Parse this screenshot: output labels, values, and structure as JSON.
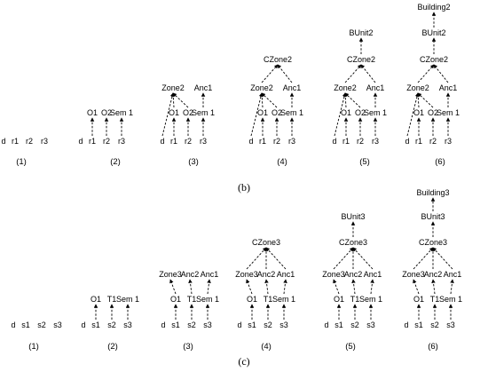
{
  "panel_b": {
    "caption": "(b)",
    "steps": [
      {
        "index": "(1)",
        "nodes": [
          {
            "id": "d",
            "label": "d"
          },
          {
            "id": "r1",
            "label": "r1"
          },
          {
            "id": "r2",
            "label": "r2"
          },
          {
            "id": "r3",
            "label": "r3"
          }
        ],
        "edges": []
      },
      {
        "index": "(2)",
        "nodes": [
          {
            "id": "d",
            "label": "d"
          },
          {
            "id": "r1",
            "label": "r1"
          },
          {
            "id": "r2",
            "label": "r2"
          },
          {
            "id": "r3",
            "label": "r3"
          },
          {
            "id": "O1",
            "label": "O1"
          },
          {
            "id": "O2",
            "label": "O2"
          },
          {
            "id": "Sem1",
            "label": "Sem 1"
          }
        ],
        "edges": [
          [
            "r1",
            "O1"
          ],
          [
            "r2",
            "O2"
          ],
          [
            "r3",
            "Sem1"
          ]
        ]
      },
      {
        "index": "(3)",
        "nodes": [
          {
            "id": "d",
            "label": "d"
          },
          {
            "id": "r1",
            "label": "r1"
          },
          {
            "id": "r2",
            "label": "r2"
          },
          {
            "id": "r3",
            "label": "r3"
          },
          {
            "id": "O1",
            "label": "O1"
          },
          {
            "id": "O2",
            "label": "O2"
          },
          {
            "id": "Sem1",
            "label": "Sem 1"
          },
          {
            "id": "Zone2",
            "label": "Zone2"
          },
          {
            "id": "Anc1",
            "label": "Anc1"
          }
        ],
        "edges": [
          [
            "r1",
            "O1"
          ],
          [
            "r2",
            "O2"
          ],
          [
            "r3",
            "Sem1"
          ],
          [
            "d",
            "Zone2"
          ],
          [
            "O1",
            "Zone2"
          ],
          [
            "O2",
            "Zone2"
          ],
          [
            "Sem1",
            "Anc1"
          ]
        ]
      },
      {
        "index": "(4)",
        "nodes": [
          {
            "id": "d",
            "label": "d"
          },
          {
            "id": "r1",
            "label": "r1"
          },
          {
            "id": "r2",
            "label": "r2"
          },
          {
            "id": "r3",
            "label": "r3"
          },
          {
            "id": "O1",
            "label": "O1"
          },
          {
            "id": "O2",
            "label": "O2"
          },
          {
            "id": "Sem1",
            "label": "Sem 1"
          },
          {
            "id": "Zone2",
            "label": "Zone2"
          },
          {
            "id": "Anc1",
            "label": "Anc1"
          },
          {
            "id": "CZone2",
            "label": "CZone2"
          }
        ],
        "edges": [
          [
            "r1",
            "O1"
          ],
          [
            "r2",
            "O2"
          ],
          [
            "r3",
            "Sem1"
          ],
          [
            "d",
            "Zone2"
          ],
          [
            "O1",
            "Zone2"
          ],
          [
            "O2",
            "Zone2"
          ],
          [
            "Sem1",
            "Anc1"
          ],
          [
            "Zone2",
            "CZone2"
          ],
          [
            "Anc1",
            "CZone2"
          ]
        ]
      },
      {
        "index": "(5)",
        "nodes": [
          {
            "id": "d",
            "label": "d"
          },
          {
            "id": "r1",
            "label": "r1"
          },
          {
            "id": "r2",
            "label": "r2"
          },
          {
            "id": "r3",
            "label": "r3"
          },
          {
            "id": "O1",
            "label": "O1"
          },
          {
            "id": "O2",
            "label": "O2"
          },
          {
            "id": "Sem1",
            "label": "Sem 1"
          },
          {
            "id": "Zone2",
            "label": "Zone2"
          },
          {
            "id": "Anc1",
            "label": "Anc1"
          },
          {
            "id": "CZone2",
            "label": "CZone2"
          },
          {
            "id": "BUnit2",
            "label": "BUnit2"
          }
        ],
        "edges": [
          [
            "r1",
            "O1"
          ],
          [
            "r2",
            "O2"
          ],
          [
            "r3",
            "Sem1"
          ],
          [
            "d",
            "Zone2"
          ],
          [
            "O1",
            "Zone2"
          ],
          [
            "O2",
            "Zone2"
          ],
          [
            "Sem1",
            "Anc1"
          ],
          [
            "Zone2",
            "CZone2"
          ],
          [
            "Anc1",
            "CZone2"
          ],
          [
            "CZone2",
            "BUnit2"
          ]
        ]
      },
      {
        "index": "(6)",
        "nodes": [
          {
            "id": "d",
            "label": "d"
          },
          {
            "id": "r1",
            "label": "r1"
          },
          {
            "id": "r2",
            "label": "r2"
          },
          {
            "id": "r3",
            "label": "r3"
          },
          {
            "id": "O1",
            "label": "O1"
          },
          {
            "id": "O2",
            "label": "O2"
          },
          {
            "id": "Sem1",
            "label": "Sem 1"
          },
          {
            "id": "Zone2",
            "label": "Zone2"
          },
          {
            "id": "Anc1",
            "label": "Anc1"
          },
          {
            "id": "CZone2",
            "label": "CZone2"
          },
          {
            "id": "BUnit2",
            "label": "BUnit2"
          },
          {
            "id": "Building2",
            "label": "Building2"
          }
        ],
        "edges": [
          [
            "r1",
            "O1"
          ],
          [
            "r2",
            "O2"
          ],
          [
            "r3",
            "Sem1"
          ],
          [
            "d",
            "Zone2"
          ],
          [
            "O1",
            "Zone2"
          ],
          [
            "O2",
            "Zone2"
          ],
          [
            "Sem1",
            "Anc1"
          ],
          [
            "Zone2",
            "CZone2"
          ],
          [
            "Anc1",
            "CZone2"
          ],
          [
            "CZone2",
            "BUnit2"
          ],
          [
            "BUnit2",
            "Building2"
          ]
        ]
      }
    ]
  },
  "panel_c": {
    "caption": "(c)",
    "steps": [
      {
        "index": "(1)",
        "nodes": [
          {
            "id": "d",
            "label": "d"
          },
          {
            "id": "s1",
            "label": "s1"
          },
          {
            "id": "s2",
            "label": "s2"
          },
          {
            "id": "s3",
            "label": "s3"
          }
        ],
        "edges": []
      },
      {
        "index": "(2)",
        "nodes": [
          {
            "id": "d",
            "label": "d"
          },
          {
            "id": "s1",
            "label": "s1"
          },
          {
            "id": "s2",
            "label": "s2"
          },
          {
            "id": "s3",
            "label": "s3"
          },
          {
            "id": "O1",
            "label": "O1"
          },
          {
            "id": "T1",
            "label": "T1"
          },
          {
            "id": "Sem1",
            "label": "Sem 1"
          }
        ],
        "edges": [
          [
            "s1",
            "O1"
          ],
          [
            "s2",
            "T1"
          ],
          [
            "s3",
            "Sem1"
          ]
        ]
      },
      {
        "index": "(3)",
        "nodes": [
          {
            "id": "d",
            "label": "d"
          },
          {
            "id": "s1",
            "label": "s1"
          },
          {
            "id": "s2",
            "label": "s2"
          },
          {
            "id": "s3",
            "label": "s3"
          },
          {
            "id": "O1",
            "label": "O1"
          },
          {
            "id": "T1",
            "label": "T1"
          },
          {
            "id": "Sem1",
            "label": "Sem 1"
          },
          {
            "id": "Zone3",
            "label": "Zone3"
          },
          {
            "id": "Anc2",
            "label": "Anc2"
          },
          {
            "id": "Anc1",
            "label": "Anc1"
          }
        ],
        "edges": [
          [
            "s1",
            "O1"
          ],
          [
            "s2",
            "T1"
          ],
          [
            "s3",
            "Sem1"
          ],
          [
            "O1",
            "Zone3"
          ],
          [
            "T1",
            "Anc2"
          ],
          [
            "Sem1",
            "Anc1"
          ]
        ]
      },
      {
        "index": "(4)",
        "nodes": [
          {
            "id": "d",
            "label": "d"
          },
          {
            "id": "s1",
            "label": "s1"
          },
          {
            "id": "s2",
            "label": "s2"
          },
          {
            "id": "s3",
            "label": "s3"
          },
          {
            "id": "O1",
            "label": "O1"
          },
          {
            "id": "T1",
            "label": "T1"
          },
          {
            "id": "Sem1",
            "label": "Sem 1"
          },
          {
            "id": "Zone3",
            "label": "Zone3"
          },
          {
            "id": "Anc2",
            "label": "Anc2"
          },
          {
            "id": "Anc1",
            "label": "Anc1"
          },
          {
            "id": "CZone3",
            "label": "CZone3"
          }
        ],
        "edges": [
          [
            "s1",
            "O1"
          ],
          [
            "s2",
            "T1"
          ],
          [
            "s3",
            "Sem1"
          ],
          [
            "O1",
            "Zone3"
          ],
          [
            "T1",
            "Anc2"
          ],
          [
            "Sem1",
            "Anc1"
          ],
          [
            "Zone3",
            "CZone3"
          ],
          [
            "Anc2",
            "CZone3"
          ],
          [
            "Anc1",
            "CZone3"
          ]
        ]
      },
      {
        "index": "(5)",
        "nodes": [
          {
            "id": "d",
            "label": "d"
          },
          {
            "id": "s1",
            "label": "s1"
          },
          {
            "id": "s2",
            "label": "s2"
          },
          {
            "id": "s3",
            "label": "s3"
          },
          {
            "id": "O1",
            "label": "O1"
          },
          {
            "id": "T1",
            "label": "T1"
          },
          {
            "id": "Sem1",
            "label": "Sem 1"
          },
          {
            "id": "Zone3",
            "label": "Zone3"
          },
          {
            "id": "Anc2",
            "label": "Anc2"
          },
          {
            "id": "Anc1",
            "label": "Anc1"
          },
          {
            "id": "CZone3",
            "label": "CZone3"
          },
          {
            "id": "BUnit3",
            "label": "BUnit3"
          }
        ],
        "edges": [
          [
            "s1",
            "O1"
          ],
          [
            "s2",
            "T1"
          ],
          [
            "s3",
            "Sem1"
          ],
          [
            "O1",
            "Zone3"
          ],
          [
            "T1",
            "Anc2"
          ],
          [
            "Sem1",
            "Anc1"
          ],
          [
            "Zone3",
            "CZone3"
          ],
          [
            "Anc2",
            "CZone3"
          ],
          [
            "Anc1",
            "CZone3"
          ],
          [
            "CZone3",
            "BUnit3"
          ]
        ]
      },
      {
        "index": "(6)",
        "nodes": [
          {
            "id": "d",
            "label": "d"
          },
          {
            "id": "s1",
            "label": "s1"
          },
          {
            "id": "s2",
            "label": "s2"
          },
          {
            "id": "s3",
            "label": "s3"
          },
          {
            "id": "O1",
            "label": "O1"
          },
          {
            "id": "T1",
            "label": "T1"
          },
          {
            "id": "Sem1",
            "label": "Sem 1"
          },
          {
            "id": "Zone3",
            "label": "Zone3"
          },
          {
            "id": "Anc2",
            "label": "Anc2"
          },
          {
            "id": "Anc1",
            "label": "Anc1"
          },
          {
            "id": "CZone3",
            "label": "CZone3"
          },
          {
            "id": "BUnit3",
            "label": "BUnit3"
          },
          {
            "id": "Building3",
            "label": "Building3"
          }
        ],
        "edges": [
          [
            "s1",
            "O1"
          ],
          [
            "s2",
            "T1"
          ],
          [
            "s3",
            "Sem1"
          ],
          [
            "O1",
            "Zone3"
          ],
          [
            "T1",
            "Anc2"
          ],
          [
            "Sem1",
            "Anc1"
          ],
          [
            "Zone3",
            "CZone3"
          ],
          [
            "Anc2",
            "CZone3"
          ],
          [
            "Anc1",
            "CZone3"
          ],
          [
            "CZone3",
            "BUnit3"
          ],
          [
            "BUnit3",
            "Building3"
          ]
        ]
      }
    ]
  }
}
